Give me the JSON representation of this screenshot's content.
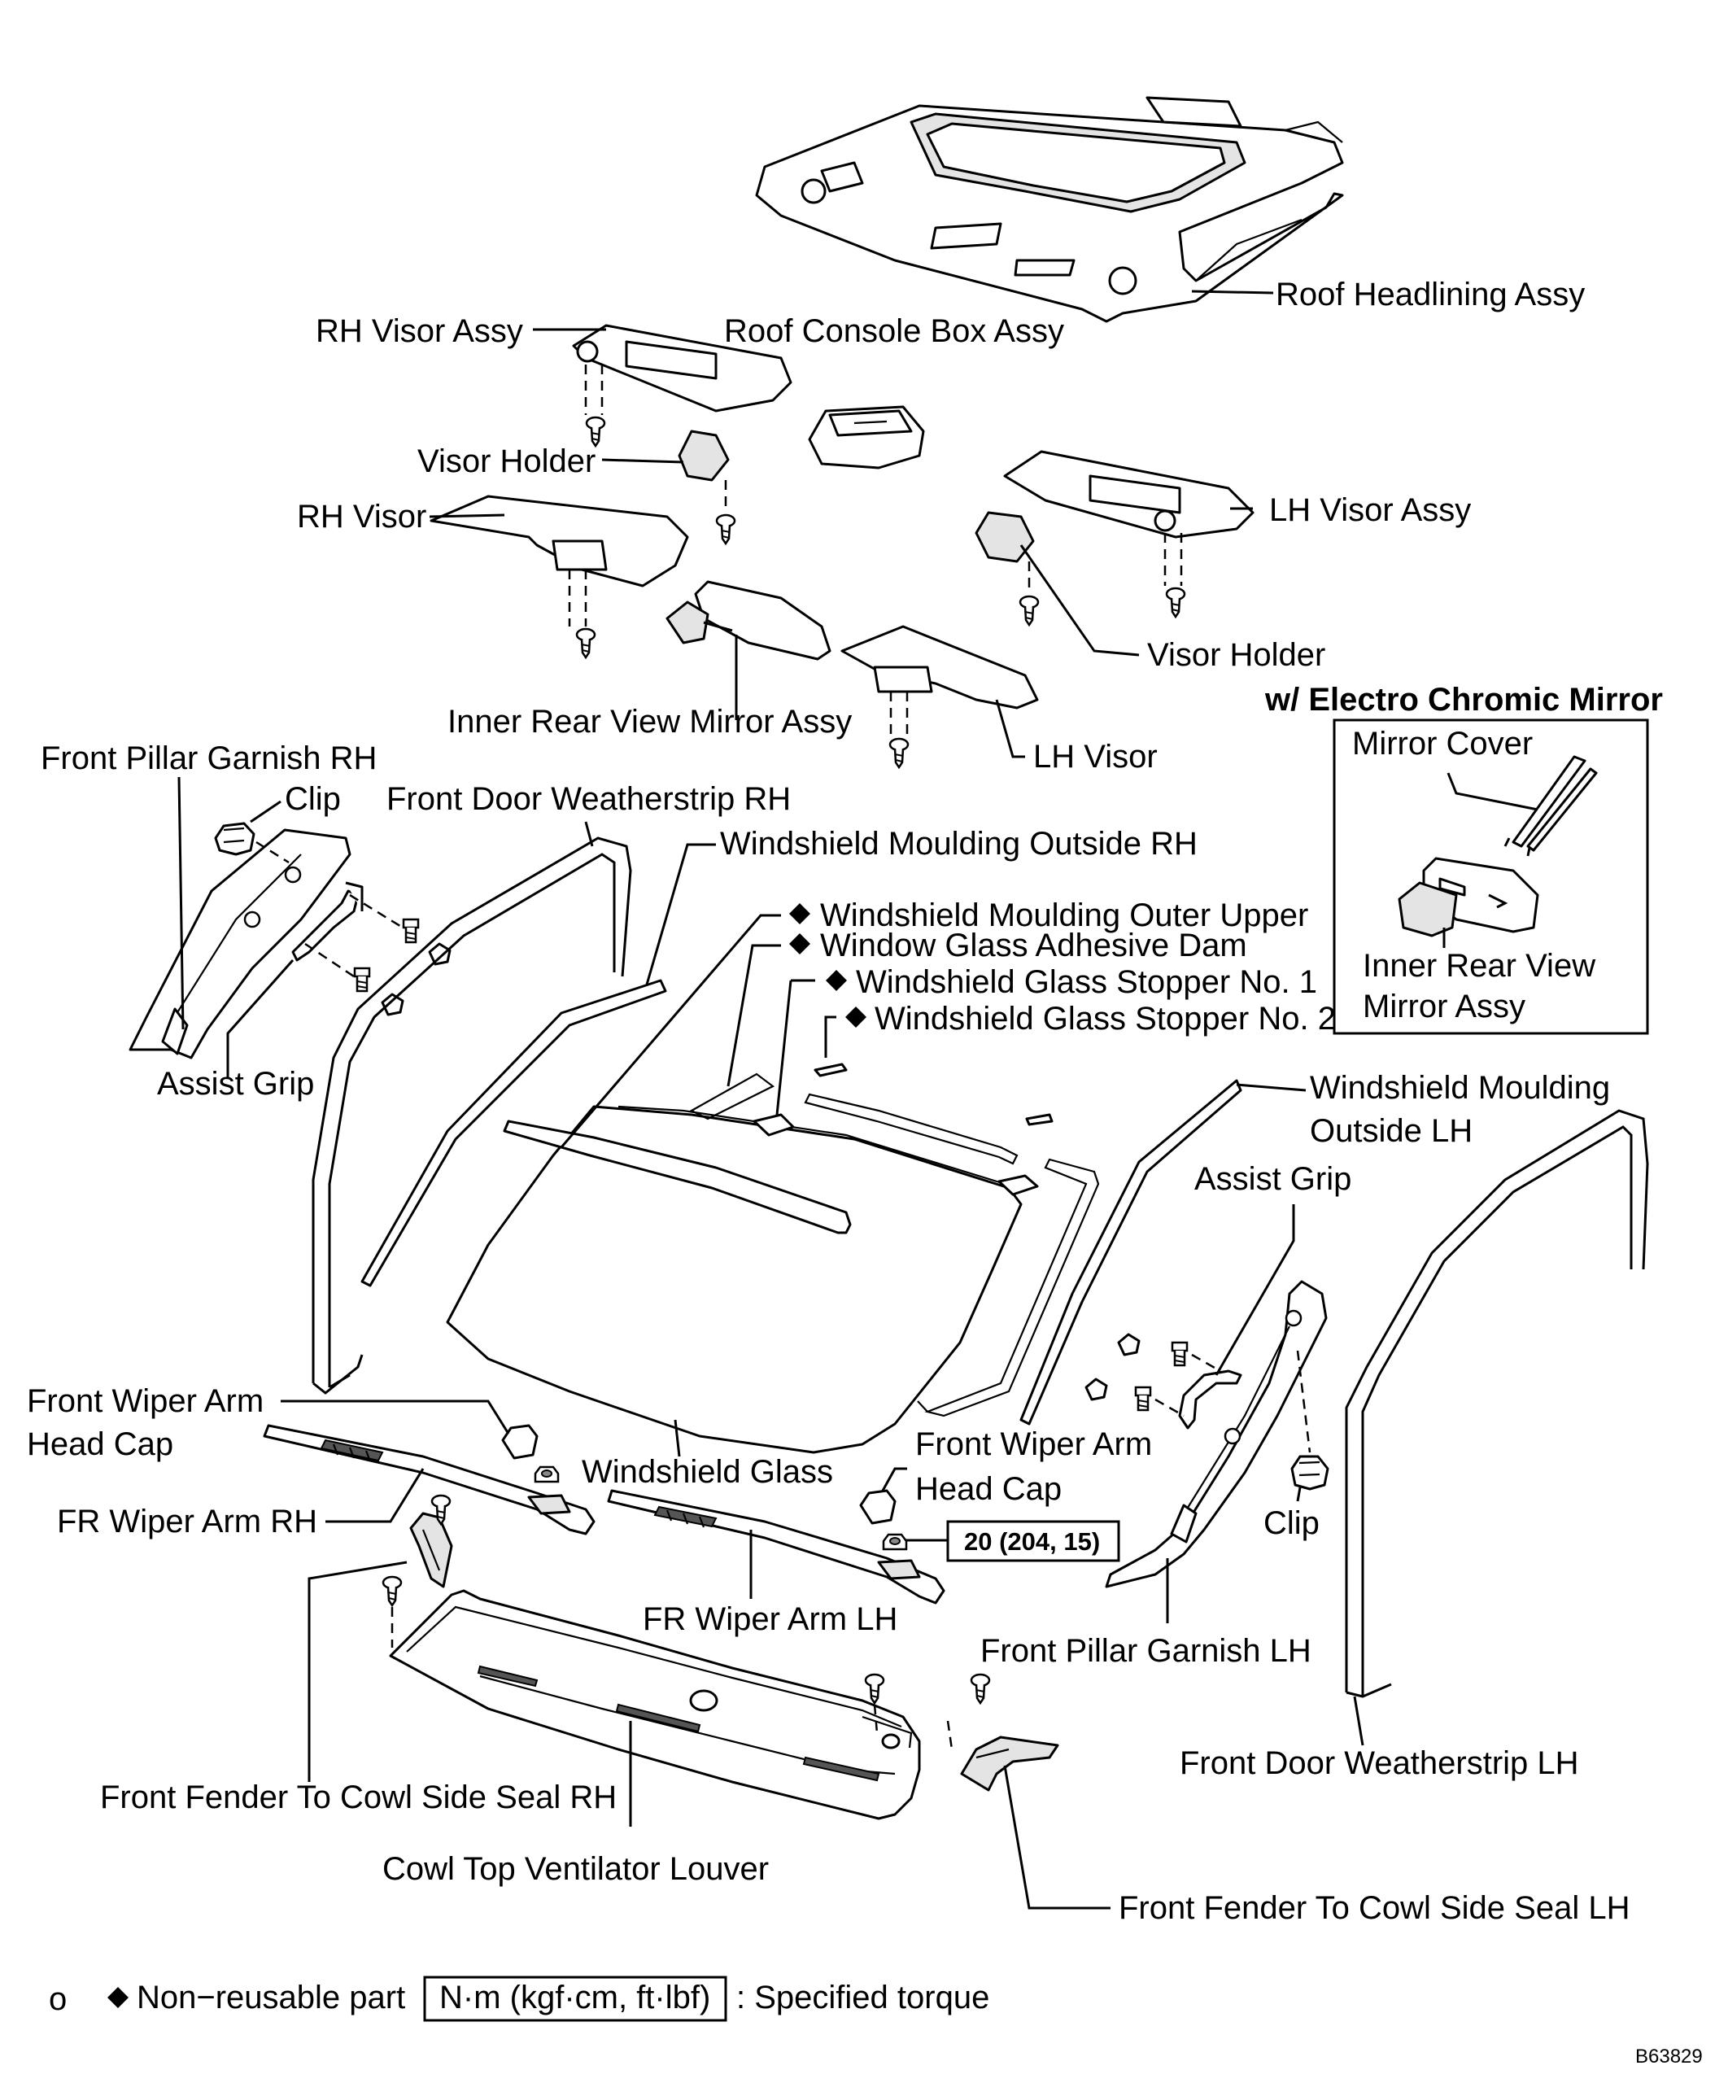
{
  "labels": {
    "roof_headlining_assy": "Roof Headlining Assy",
    "rh_visor_assy": "RH Visor Assy",
    "roof_console_box_assy": "Roof Console Box Assy",
    "visor_holder_rh": "Visor Holder",
    "rh_visor": "RH Visor",
    "lh_visor_assy": "LH Visor Assy",
    "visor_holder_lh": "Visor Holder",
    "inner_rear_view_mirror_assy": "Inner Rear View Mirror Assy",
    "lh_visor": "LH Visor",
    "front_pillar_garnish_rh": "Front Pillar Garnish RH",
    "clip_rh": "Clip",
    "front_door_weatherstrip_rh": "Front Door Weatherstrip RH",
    "windshield_moulding_outside_rh": "Windshield Moulding Outside RH",
    "windshield_moulding_outer_upper": "Windshield Moulding Outer Upper",
    "window_glass_adhesive_dam": "Window Glass Adhesive Dam",
    "windshield_glass_stopper_no1": "Windshield Glass Stopper No. 1",
    "windshield_glass_stopper_no2": "Windshield Glass Stopper No. 2",
    "assist_grip_rh": "Assist Grip",
    "windshield_moulding_outside_lh_1": "Windshield Moulding",
    "windshield_moulding_outside_lh_2": "Outside LH",
    "assist_grip_lh": "Assist Grip",
    "front_wiper_arm_head_cap_rh_1": "Front Wiper Arm",
    "front_wiper_arm_head_cap_rh_2": "Head Cap",
    "windshield_glass": "Windshield Glass",
    "front_wiper_arm_head_cap_lh_1": "Front Wiper Arm",
    "front_wiper_arm_head_cap_lh_2": "Head Cap",
    "fr_wiper_arm_rh": "FR Wiper Arm RH",
    "clip_lh": "Clip",
    "fr_wiper_arm_lh": "FR Wiper Arm LH",
    "front_pillar_garnish_lh": "Front Pillar Garnish LH",
    "front_door_weatherstrip_lh": "Front Door Weatherstrip LH",
    "front_fender_to_cowl_side_seal_rh": "Front Fender To Cowl Side Seal RH",
    "cowl_top_ventilator_louver": "Cowl Top Ventilator Louver",
    "front_fender_to_cowl_side_seal_lh": "Front Fender To Cowl Side Seal LH"
  },
  "inset": {
    "title": "w/ Electro Chromic Mirror",
    "mirror_cover": "Mirror Cover",
    "mirror_assy_1": "Inner Rear View",
    "mirror_assy_2": "Mirror Assy"
  },
  "torque": {
    "value": "20 (204, 15)"
  },
  "legend": {
    "prefix": "o",
    "nonreusable": "Non−reusable part",
    "torque_unit": "N·m (kgf·cm, ft·lbf)",
    "torque_desc": ": Specified torque"
  },
  "figure_id": "B63829",
  "icons": {
    "nonreusable_marker": "black-diamond-icon"
  }
}
